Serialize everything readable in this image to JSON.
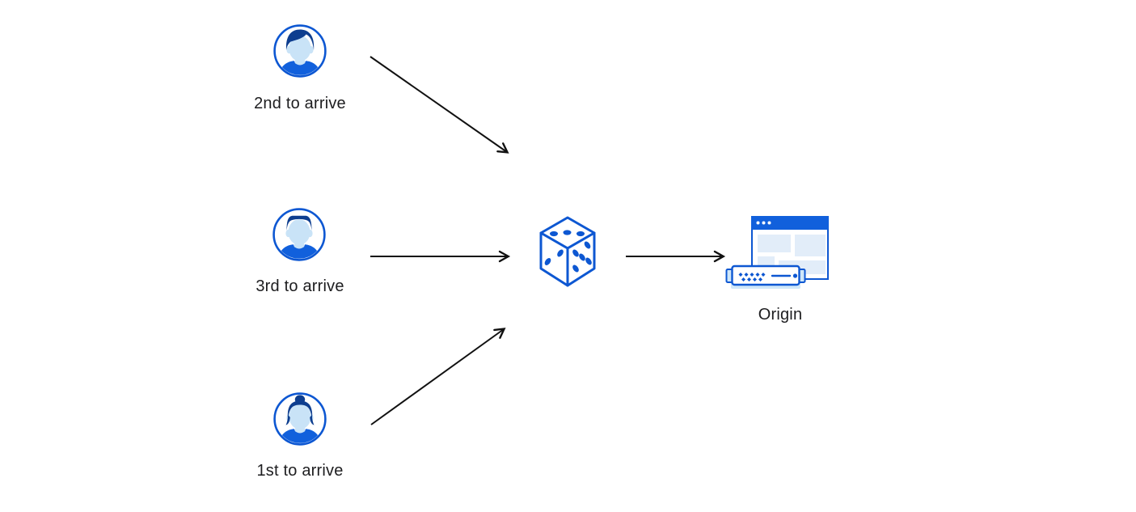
{
  "colors": {
    "blue": "#0d57d2",
    "dark_navy": "#0e3e8f",
    "face_blue": "#c9e3f7",
    "pale_blue": "#e2edf9",
    "server_light": "#cfe7f9",
    "arrow": "#111111",
    "text": "#1d1d1f",
    "background": "#ffffff"
  },
  "nodes": {
    "user_second": {
      "label": "2nd to arrive",
      "icon": "avatar-male-swoop-icon"
    },
    "user_third": {
      "label": "3rd to arrive",
      "icon": "avatar-male-flattop-icon"
    },
    "user_first": {
      "label": "1st to arrive",
      "icon": "avatar-female-bun-icon"
    },
    "dice": {
      "label": "",
      "icon": "dice-icon"
    },
    "origin": {
      "label": "Origin",
      "icon": "origin-server-browser-icon"
    }
  },
  "edges": [
    {
      "from": "user_second",
      "to": "dice"
    },
    {
      "from": "user_third",
      "to": "dice"
    },
    {
      "from": "user_first",
      "to": "dice"
    },
    {
      "from": "dice",
      "to": "origin"
    }
  ]
}
